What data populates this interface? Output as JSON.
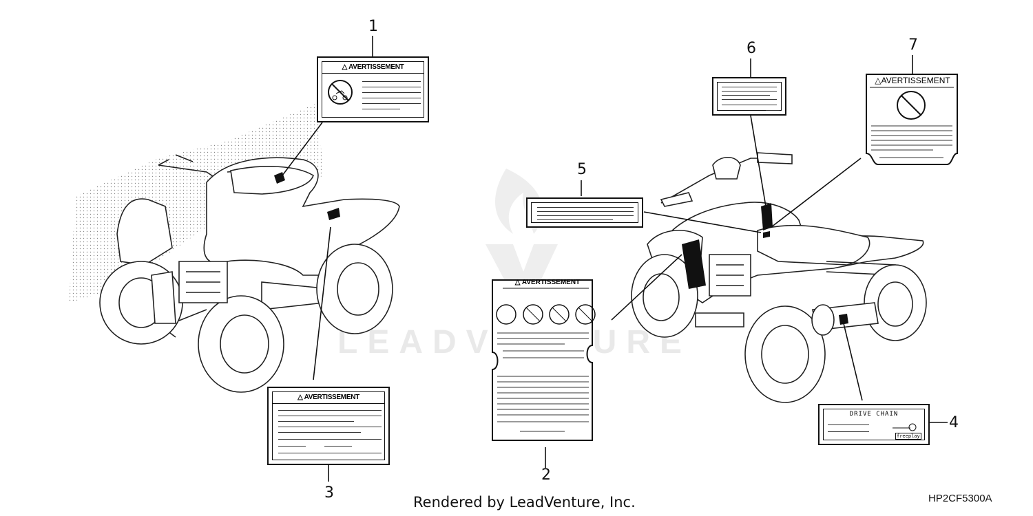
{
  "callouts": [
    {
      "id": "1",
      "label": "1"
    },
    {
      "id": "2",
      "label": "2"
    },
    {
      "id": "3",
      "label": "3"
    },
    {
      "id": "4",
      "label": "4"
    },
    {
      "id": "5",
      "label": "5"
    },
    {
      "id": "6",
      "label": "6"
    },
    {
      "id": "7",
      "label": "7"
    }
  ],
  "labels": {
    "label1_header": "AVERTISSEMENT",
    "label2_header": "AVERTISSEMENT",
    "label3_header": "AVERTISSEMENT",
    "label7_header": "AVERTISSEMENT",
    "label4_header": "DRIVE CHAIN",
    "label4_tag": "freeplay"
  },
  "watermark": "LEADVENTURE",
  "footer": "Rendered by LeadVenture, Inc.",
  "diagram_code": "HP2CF5300A"
}
